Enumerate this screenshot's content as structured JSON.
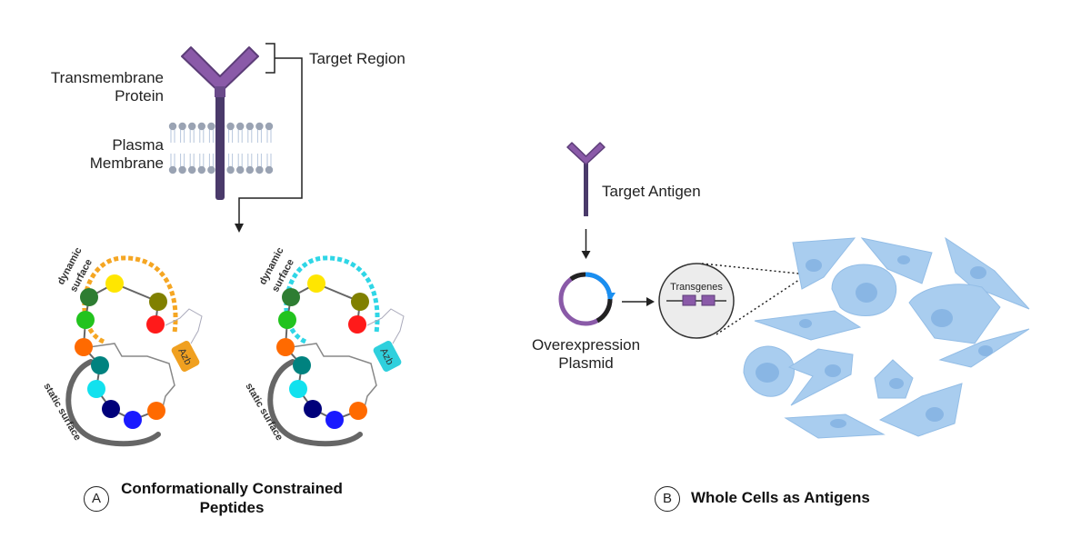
{
  "panel_a": {
    "letter": "A",
    "caption_line1": "Conformationally Constrained",
    "caption_line2": "Peptides",
    "transmembrane_line1": "Transmembrane",
    "transmembrane_line2": "Protein",
    "membrane_line1": "Plasma",
    "membrane_line2": "Membrane",
    "target_region": "Target Region",
    "peptide_left": {
      "dynamic": "dynamic",
      "surface": "surface",
      "static": "static surface",
      "tag": "Azb",
      "dash_color": "#f5a623",
      "tag_color": "#f0a020"
    },
    "peptide_right": {
      "dynamic": "dynamic",
      "surface": "surface",
      "static": "static surface",
      "tag": "Azb",
      "dash_color": "#2fd6e6",
      "tag_color": "#2fd0dd"
    }
  },
  "panel_b": {
    "letter": "B",
    "caption": "Whole Cells as Antigens",
    "target_antigen": "Target Antigen",
    "plasmid_line1": "Overexpression",
    "plasmid_line2": "Plasmid",
    "transgenes": "Transgenes"
  },
  "colors": {
    "protein": "#8a5aa8",
    "protein_stalk": "#4a3a6a",
    "lipid_head": "#9aa3b3",
    "cell_fill": "#a9cdef",
    "cell_nucleus": "#89b6e4",
    "static_surface": "#666666"
  }
}
